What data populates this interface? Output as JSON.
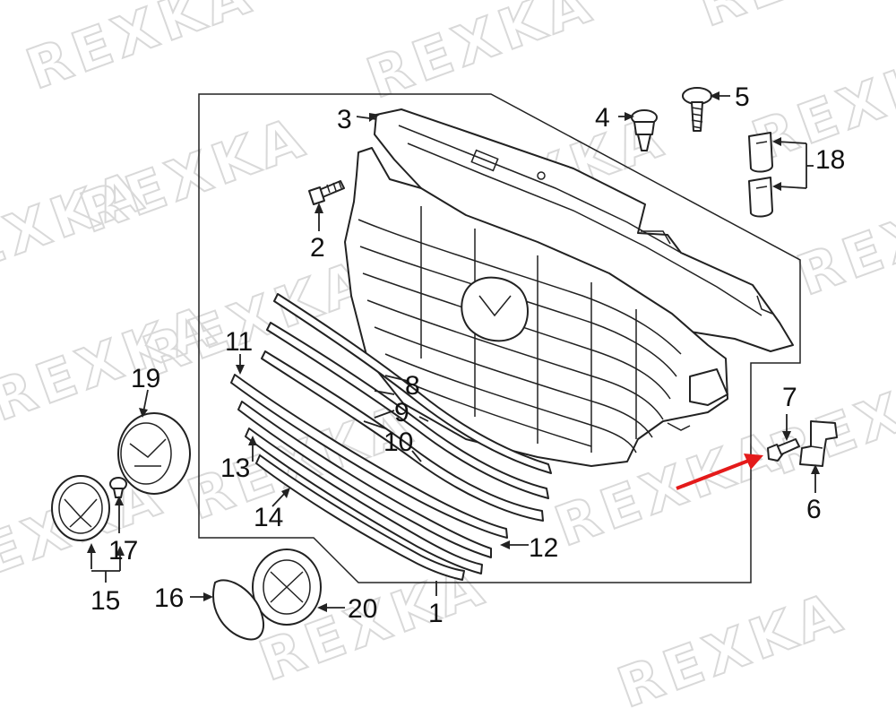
{
  "watermark": "REXKA",
  "callouts": {
    "c1": "1",
    "c2": "2",
    "c3": "3",
    "c4": "4",
    "c5": "5",
    "c6": "6",
    "c7": "7",
    "c8": "8",
    "c9": "9",
    "c10": "10",
    "c11": "11",
    "c12": "12",
    "c13": "13",
    "c14": "14",
    "c15": "15",
    "c16": "16",
    "c17": "17",
    "c18": "18",
    "c19": "19",
    "c20": "20"
  },
  "colors": {
    "highlight_arrow": "#e41a1a",
    "line": "#222222",
    "watermark": "#d9d9d9"
  }
}
